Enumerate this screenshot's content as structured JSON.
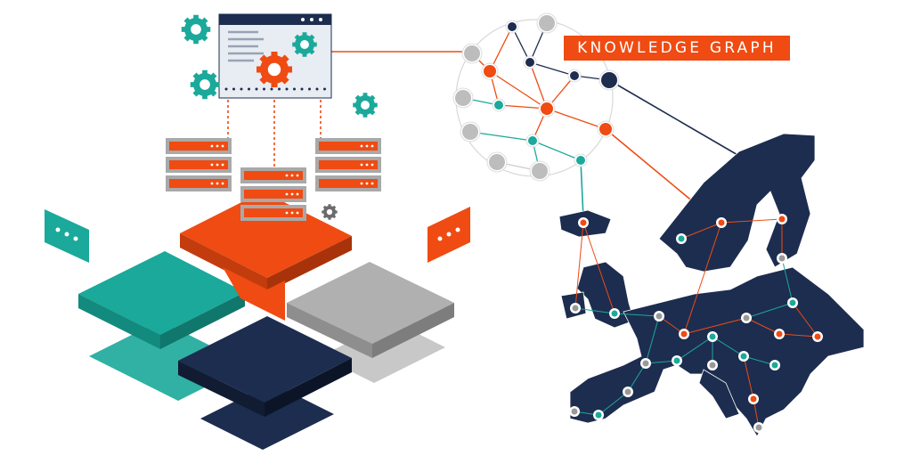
{
  "label": {
    "text": "KNOWLEDGE GRAPH"
  },
  "colors": {
    "orange": "#ef4b12",
    "teal": "#1aa99a",
    "navy": "#1d2d4f",
    "gray": "#a9a9a9",
    "light": "#e8ecf3"
  },
  "icons": [
    "gear-icon",
    "browser-window-icon",
    "server-rack-icon",
    "chat-bubble-icon",
    "puzzle-piece-icon",
    "europe-map",
    "graph-node"
  ]
}
